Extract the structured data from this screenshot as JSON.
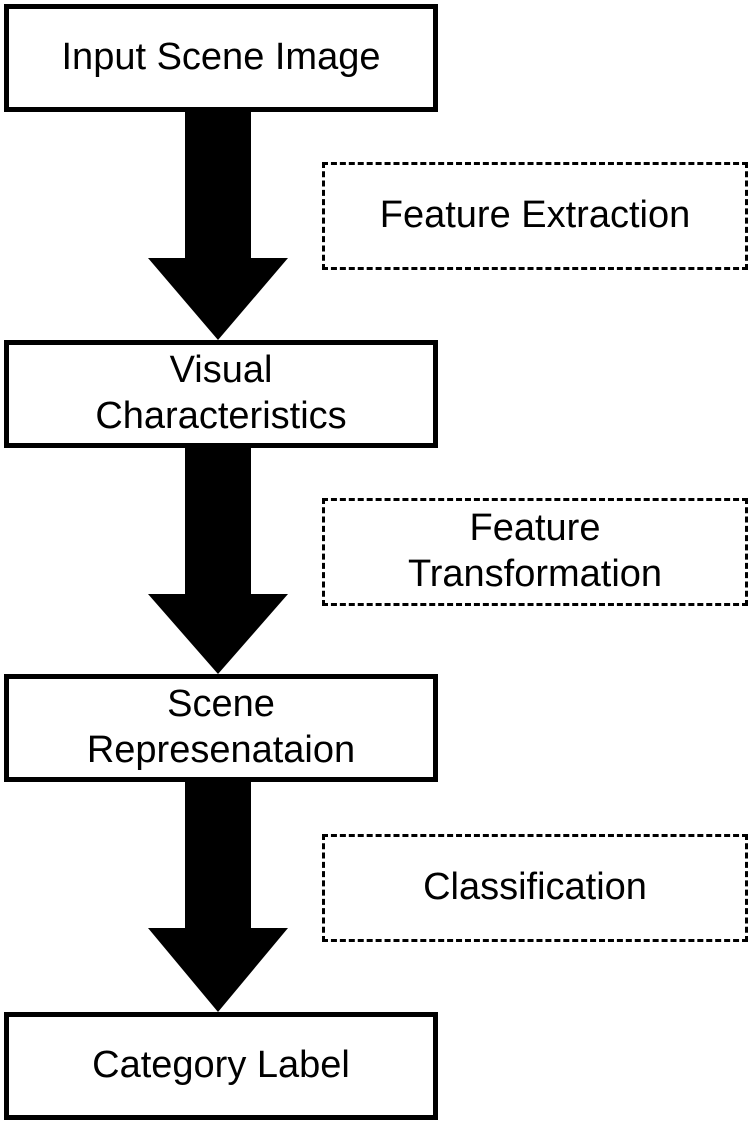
{
  "diagram": {
    "nodes": [
      {
        "id": "input",
        "lines": [
          "Input Scene Image"
        ]
      },
      {
        "id": "visual",
        "lines": [
          "Visual",
          "Characteristics"
        ]
      },
      {
        "id": "scene",
        "lines": [
          "Scene",
          "Represenataion"
        ]
      },
      {
        "id": "category",
        "lines": [
          "Category Label"
        ]
      }
    ],
    "steps": [
      {
        "id": "extraction",
        "lines": [
          "Feature Extraction"
        ]
      },
      {
        "id": "transformation",
        "lines": [
          "Feature",
          "Transformation"
        ]
      },
      {
        "id": "classification",
        "lines": [
          "Classification"
        ]
      }
    ],
    "edges": [
      {
        "from": "input",
        "to": "visual",
        "via": "extraction"
      },
      {
        "from": "visual",
        "to": "scene",
        "via": "transformation"
      },
      {
        "from": "scene",
        "to": "category",
        "via": "classification"
      }
    ]
  }
}
